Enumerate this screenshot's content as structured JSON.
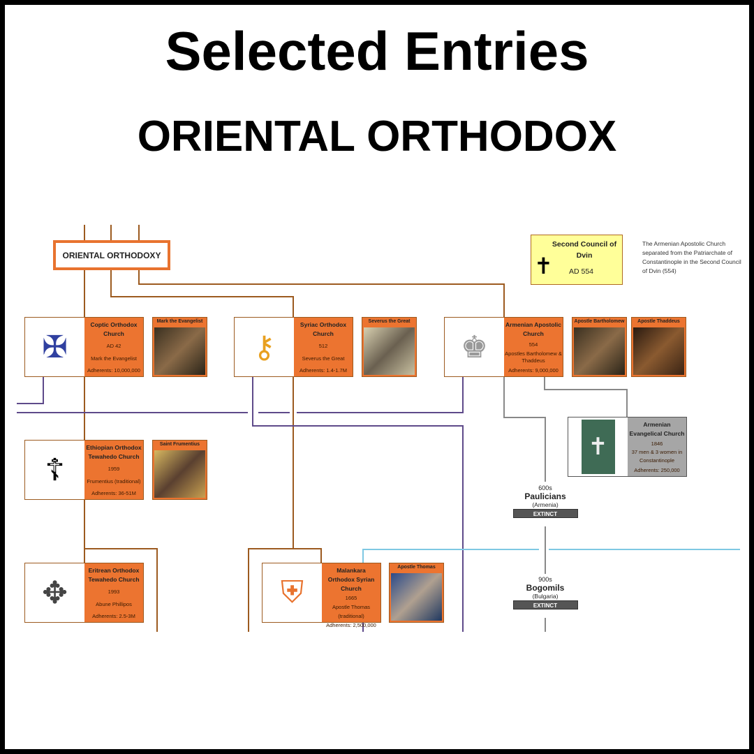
{
  "header": {
    "title": "Selected Entries",
    "subtitle": "ORIENTAL ORTHODOX"
  },
  "root": {
    "label": "ORIENTAL ORTHODOXY"
  },
  "churches": [
    {
      "name": "Coptic Orthodox Church",
      "date": "AD 42",
      "founder": "Mark the Evangelist",
      "adherents": "Adherents: 10,000,000",
      "portrait": "Mark the Evangelist",
      "icon": "coptic-cross-icon"
    },
    {
      "name": "Syriac Orthodox Church",
      "date": "512",
      "founder": "Severus the Great",
      "adherents": "Adherents: 1.4-1.7M",
      "portrait": "Severus the Great",
      "icon": "syriac-coat-of-arms-icon"
    },
    {
      "name": "Armenian Apostolic Church",
      "date": "554",
      "founder": "Apostles Bartholomew & Thaddeus",
      "adherents": "Adherents: 9,000,000",
      "portrait": "Apostle Bartholomew",
      "portrait2": "Apostle Thaddeus",
      "icon": "armenian-coat-of-arms-icon"
    },
    {
      "name": "Ethiopian Orthodox Tewahedo Church",
      "date": "1959",
      "founder": "Frumentius (traditional)",
      "adherents": "Adherents: 36-51M",
      "portrait": "Saint Frumentius",
      "icon": "ethiopian-cross-icon"
    },
    {
      "name": "Eritrean Orthodox Tewahedo Church",
      "date": "1993",
      "founder": "Abune Phillipos",
      "adherents": "Adherents: 2.5-3M",
      "icon": "eritrean-cross-icon"
    },
    {
      "name": "Malankara Orthodox Syrian Church",
      "date": "1665",
      "founder": "Apostle Thomas (traditional)",
      "adherents": "Adherents: 2,500,000",
      "portrait": "Apostle Thomas",
      "icon": "malankara-shield-icon"
    },
    {
      "name": "Armenian Evangelical Church",
      "date": "1846",
      "founder": "37 men & 3 women in Constantinople",
      "adherents": "Adherents: 250,000",
      "icon": "armenian-evangelical-cross-icon"
    }
  ],
  "council": {
    "name": "Second Council of Dvin",
    "date": "AD 554",
    "note": "The Armenian Apostolic Church separated from the Patriarchate of Constantinople in the Second Council of Dvin (554)"
  },
  "extinct": [
    {
      "date": "600s",
      "name": "Paulicians",
      "region": "(Armenia)",
      "status": "EXTINCT"
    },
    {
      "date": "900s",
      "name": "Bogomils",
      "region": "(Bulgaria)",
      "status": "EXTINCT"
    }
  ],
  "colors": {
    "orange": "#ec7430",
    "brown_line": "#9c5a1f",
    "purple_line": "#5e4a8a",
    "gray_line": "#888888",
    "blue_line": "#7ec8e3",
    "council": "#ffff99"
  }
}
